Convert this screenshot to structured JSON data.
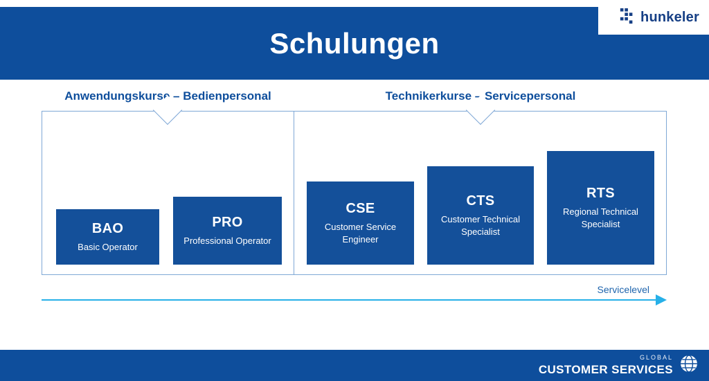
{
  "colors": {
    "primary_blue": "#0e4e9c",
    "course_box_blue": "#14509a",
    "outline_blue": "#7fa8d6",
    "arrow_cyan": "#27b0e8",
    "logo_navy": "#163f85"
  },
  "header": {
    "title": "Schulungen",
    "logo": {
      "text": "hunkeler",
      "icon": "hunkeler-pixel-mark-icon"
    }
  },
  "sections": [
    {
      "title": "Anwendungskurse – Bedienpersonal",
      "courses": [
        {
          "code": "BAO",
          "name": "Basic Operator"
        },
        {
          "code": "PRO",
          "name": "Professional Operator"
        }
      ]
    },
    {
      "title": "Technikerkurse – Servicepersonal",
      "courses": [
        {
          "code": "CSE",
          "name": "Customer Service Engineer"
        },
        {
          "code": "CTS",
          "name": "Customer Technical Specialist"
        },
        {
          "code": "RTS",
          "name": "Regional Technical Specialist"
        }
      ]
    }
  ],
  "axis": {
    "label": "Servicelevel"
  },
  "footer": {
    "eyebrow": "GLOBAL",
    "title": "CUSTOMER SERVICES",
    "icon": "globe-icon"
  }
}
